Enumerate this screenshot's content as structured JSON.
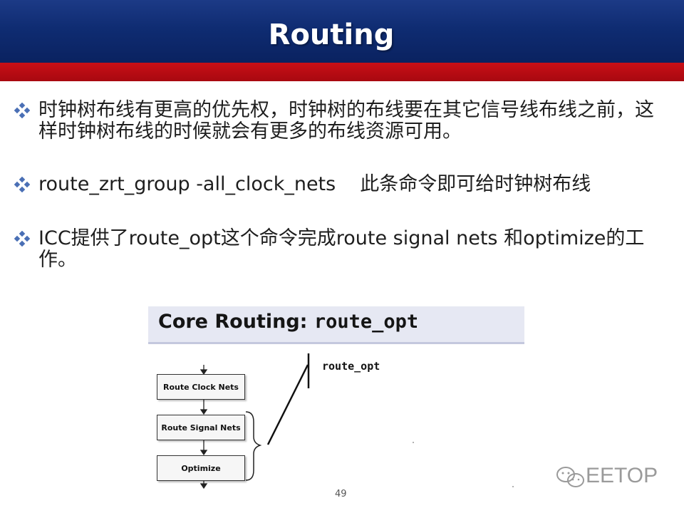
{
  "slide": {
    "title": "Routing",
    "page_number": "49"
  },
  "bullets": [
    {
      "text": "时钟树布线有更高的优先权，时钟树的布线要在其它信号线布线之前，这样时钟树布线的时候就会有更多的布线资源可用。"
    },
    {
      "command": "route_zrt_group -all_clock_nets",
      "note": "此条命令即可给时钟树布线"
    },
    {
      "text": "ICC提供了route_opt这个命令完成route signal nets 和optimize的工作。"
    }
  ],
  "figure": {
    "title_plain": "Core Routing: ",
    "title_mono": "route_opt",
    "boxes": [
      "Route Clock Nets",
      "Route Signal Nets",
      "Optimize"
    ],
    "command_label": "route_opt"
  },
  "watermark": {
    "text": "EETOP",
    "icon": "wechat-icon"
  },
  "colors": {
    "header_blue": "#0f2c72",
    "band_red": "#b80c12",
    "bullet_blue": "#4a6fb5"
  }
}
